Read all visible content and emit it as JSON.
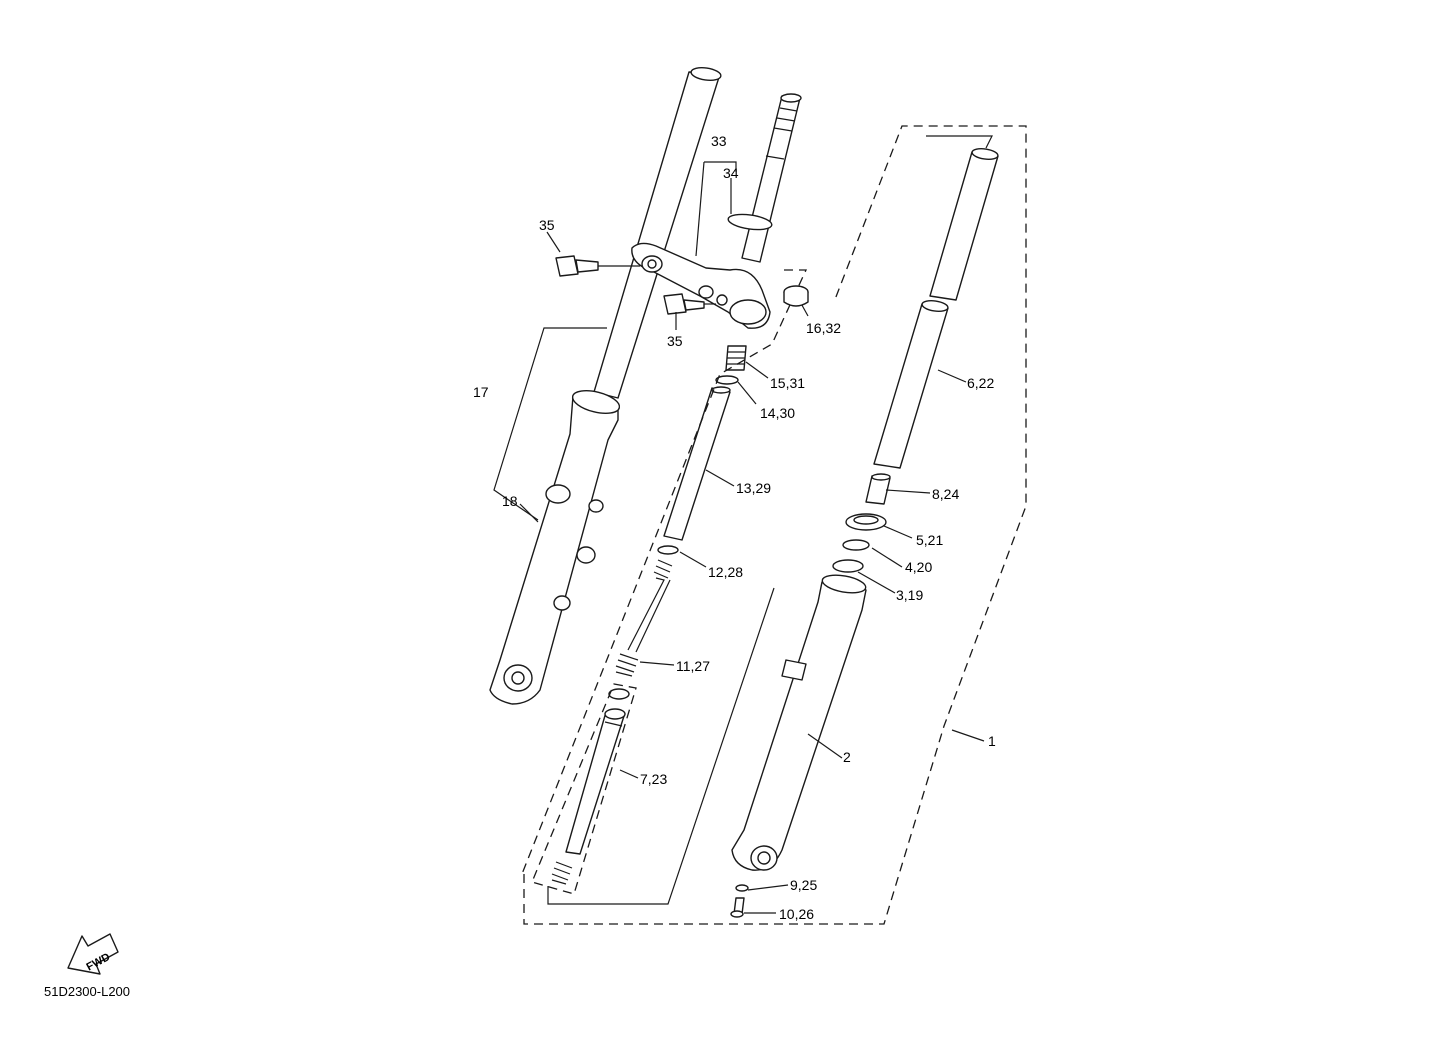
{
  "diagram": {
    "drawing_code": "51D2300-L200",
    "fwd_text": "FWD",
    "callouts": [
      {
        "id": "c1",
        "text": "1"
      },
      {
        "id": "c2",
        "text": "2"
      },
      {
        "id": "c3",
        "text": "3,19"
      },
      {
        "id": "c4",
        "text": "4,20"
      },
      {
        "id": "c5",
        "text": "5,21"
      },
      {
        "id": "c6",
        "text": "6,22"
      },
      {
        "id": "c7",
        "text": "7,23"
      },
      {
        "id": "c8",
        "text": "8,24"
      },
      {
        "id": "c9",
        "text": "9,25"
      },
      {
        "id": "c10",
        "text": "10,26"
      },
      {
        "id": "c11",
        "text": "11,27"
      },
      {
        "id": "c12",
        "text": "12,28"
      },
      {
        "id": "c13",
        "text": "13,29"
      },
      {
        "id": "c14",
        "text": "14,30"
      },
      {
        "id": "c15",
        "text": "15,31"
      },
      {
        "id": "c16",
        "text": "16,32"
      },
      {
        "id": "c17",
        "text": "17"
      },
      {
        "id": "c18",
        "text": "18"
      },
      {
        "id": "c33",
        "text": "33"
      },
      {
        "id": "c34",
        "text": "34"
      },
      {
        "id": "c35a",
        "text": "35"
      },
      {
        "id": "c35b",
        "text": "35"
      }
    ]
  }
}
